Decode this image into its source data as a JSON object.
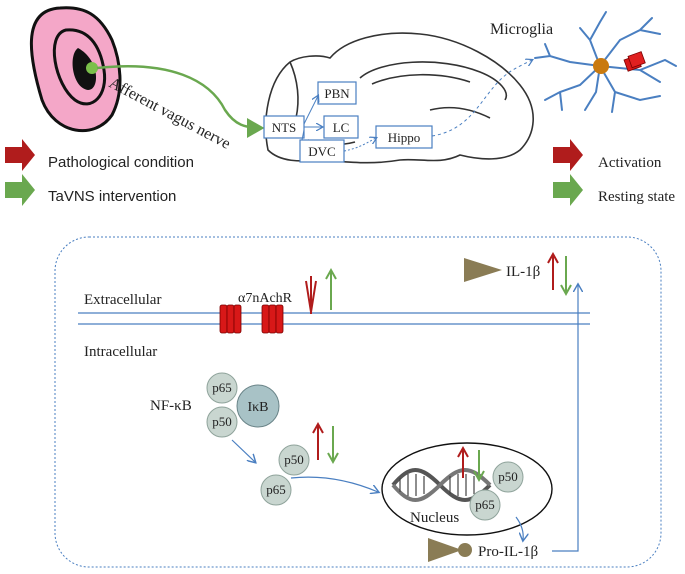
{
  "top": {
    "nerve_label": "Afferent vagus nerve",
    "nodes": {
      "nts": "NTS",
      "pbn": "PBN",
      "lc": "LC",
      "dvc": "DVC",
      "hippo": "Hippo"
    },
    "microglia_label": "Microglia"
  },
  "legend_left": [
    {
      "label": "Pathological condition",
      "color": "#b01c1c"
    },
    {
      "label": "TaVNS intervention",
      "color": "#6aa84f"
    }
  ],
  "legend_right": [
    {
      "label": "Activation",
      "color": "#b01c1c"
    },
    {
      "label": "Resting state",
      "color": "#6aa84f"
    }
  ],
  "cell": {
    "extracellular": "Extracellular",
    "intracellular": "Intracellular",
    "receptor": "α7nAchR",
    "il1b": "IL-1β",
    "nfkb": "NF-κB",
    "p65": "p65",
    "p50": "p50",
    "ikb": "IκB",
    "nucleus": "Nucleus",
    "pro_il1b": "Pro-IL-1β"
  },
  "colors": {
    "red": "#b01c1c",
    "green": "#6aa84f",
    "blue_line": "#4a7fc1",
    "protein": "#c9d6d0",
    "ikb": "#a8c2c6",
    "ear": "#f4a7c8",
    "cytokine": "#8a7c55",
    "microglia_body": "#c97a10"
  }
}
